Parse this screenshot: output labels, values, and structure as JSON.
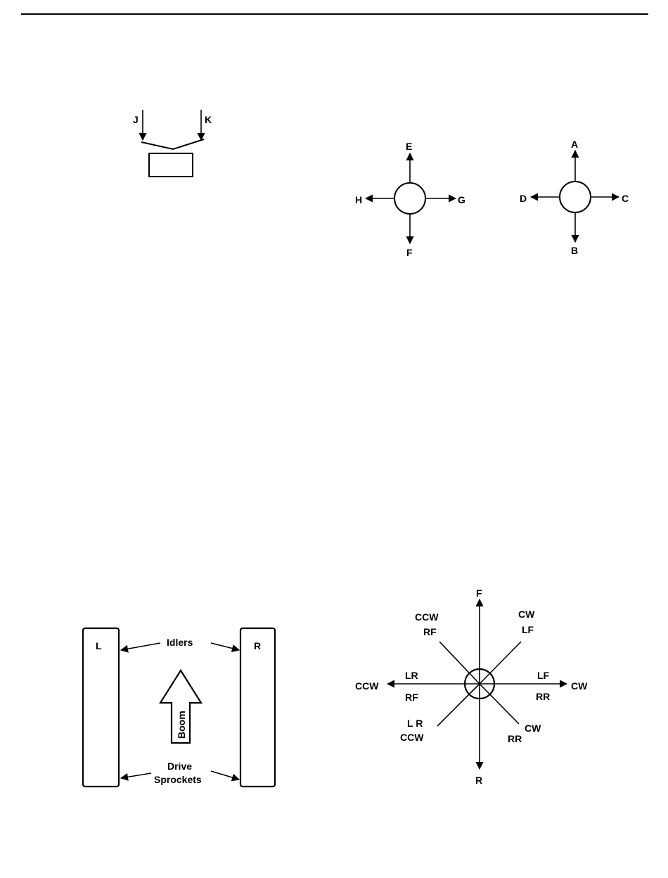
{
  "colors": {
    "ink": "#000000",
    "paper": "#ffffff"
  },
  "bracket_diagram": {
    "label_left": "J",
    "label_right": "K"
  },
  "compass_left": {
    "up": "E",
    "down": "F",
    "left": "H",
    "right": "G"
  },
  "compass_right": {
    "up": "A",
    "down": "B",
    "left": "D",
    "right": "C"
  },
  "tracks_diagram": {
    "left_track_label": "L",
    "right_track_label": "R",
    "idlers_label": "Idlers",
    "boom_label": "Boom",
    "drive_label_line1": "Drive",
    "drive_label_line2": "Sprockets"
  },
  "steering_diagram": {
    "top": "F",
    "bottom": "R",
    "left_axis": "CCW",
    "right_axis": "CW",
    "left_upper": "LR",
    "left_lower": "RF",
    "right_upper": "LF",
    "right_lower": "RR",
    "upper_left_line1": "CCW",
    "upper_left_line2": "RF",
    "upper_right_line1": "CW",
    "upper_right_line2": "LF",
    "lower_left_line1": "L R",
    "lower_left_line2": "CCW",
    "lower_right_line1": "CW",
    "lower_right_line2": "RR"
  }
}
